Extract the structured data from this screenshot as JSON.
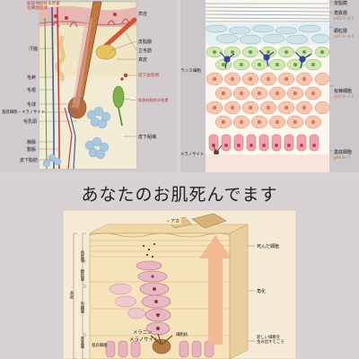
{
  "panel_skin": {
    "labels_top": [
      "知覚神経終末装置",
      "毛細血管網",
      "表皮"
    ],
    "labels_left": [
      "汗腺",
      "毛幹",
      "毛根",
      "毛球",
      "基底細胞・メラノサイト",
      "毛乳頭",
      "静脈",
      "動脈",
      "皮下脂肪"
    ],
    "labels_right": [
      "皮脂腺",
      "立毛筋",
      "真皮",
      "皮下血管網",
      "知覚神経終末装置",
      "皮下組織"
    ]
  },
  "panel_layers": {
    "labels_right": [
      "皮脂膜",
      "角質層",
      "pH5.5〜6.5",
      "顆粒層",
      "pH5.5〜6.5",
      "有棘細胞",
      "pH7.4〜7.5",
      "基底細胞",
      "pH6.8〜7"
    ],
    "labels_left": [
      "ランス細胞",
      "メラノサイト"
    ]
  },
  "panel_diagram": {
    "title": "あなたのお肌死んでます",
    "top_tag": "アカ",
    "right_labels": [
      "死んだ細胞",
      "角化",
      "新しい細胞を\n生み出すところ"
    ],
    "left_labels": [
      "角質層",
      "顆粒層",
      "有棘層",
      "基底層",
      "表皮"
    ],
    "inner_labels": [
      "メラニン",
      "メラノサイト",
      "細胞核"
    ],
    "bottom_tag": "基底細胞"
  }
}
